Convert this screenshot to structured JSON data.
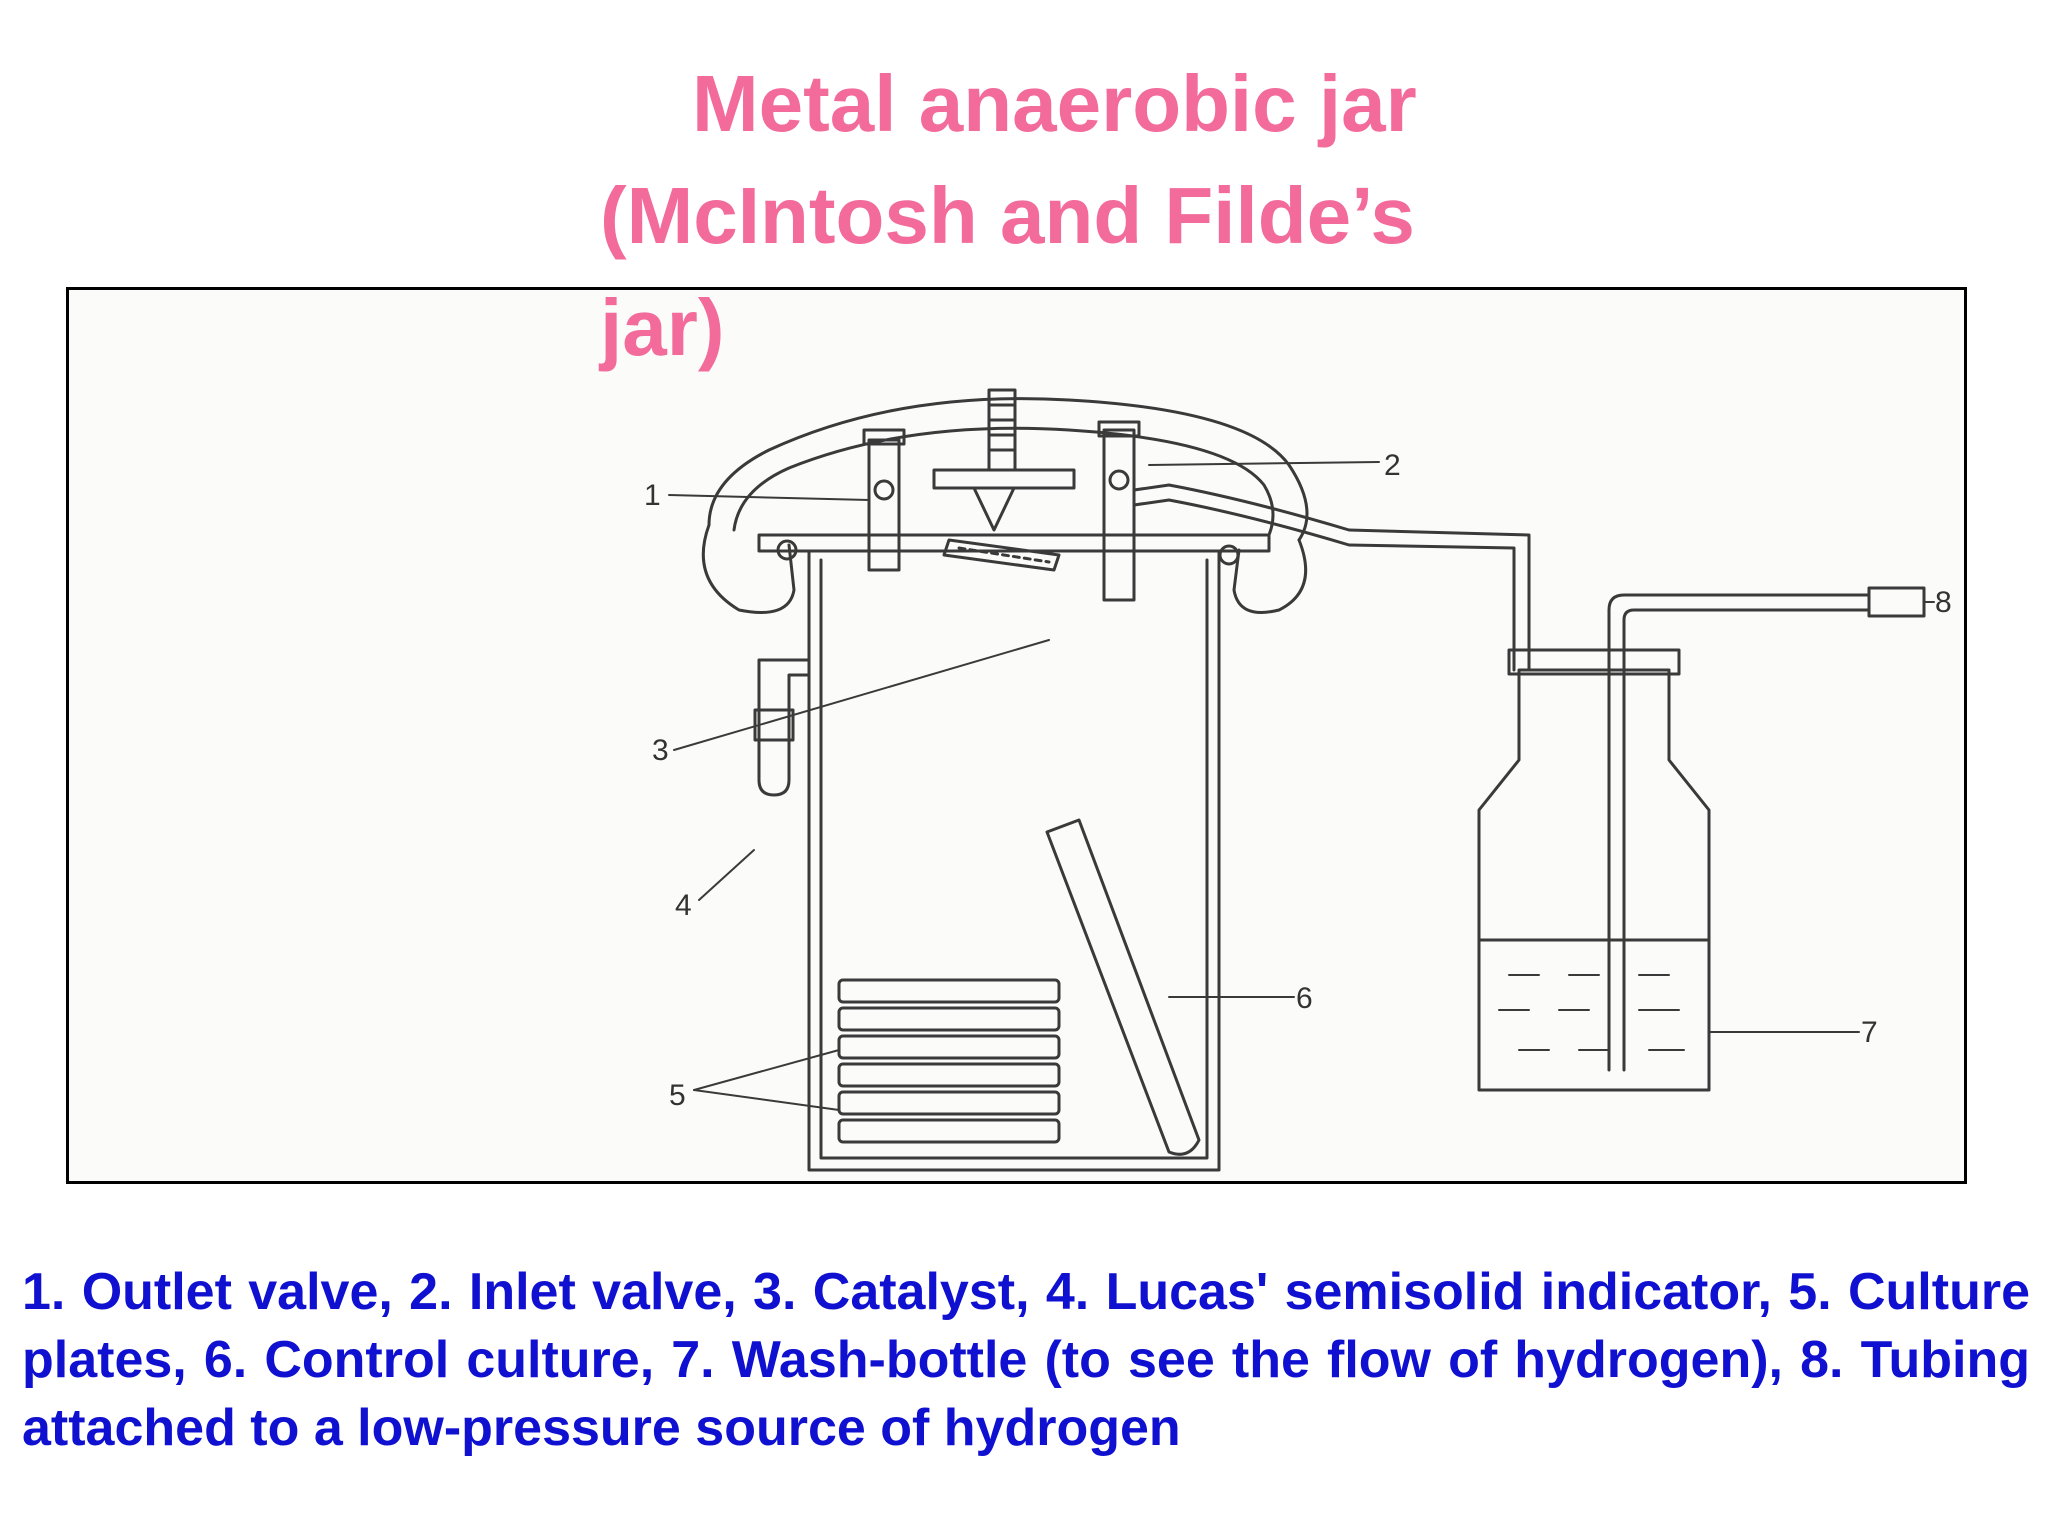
{
  "title": {
    "line1": "Metal anaerobic jar",
    "line2": "(McIntosh and Filde’s",
    "line3": "jar)"
  },
  "diagram": {
    "callouts": [
      "1",
      "2",
      "3",
      "4",
      "5",
      "6",
      "7",
      "8"
    ]
  },
  "legend": {
    "text": "1. Outlet valve, 2. Inlet valve, 3. Catalyst, 4. Lucas' semisolid indicator, 5. Culture plates, 6. Control culture, 7. Wash-bottle (to see the flow of hydrogen), 8. Tubing attached to a low-pressure source of hydrogen"
  },
  "colors": {
    "title": "#f26b9a",
    "legend": "#1010d0",
    "frame": "#000000"
  }
}
